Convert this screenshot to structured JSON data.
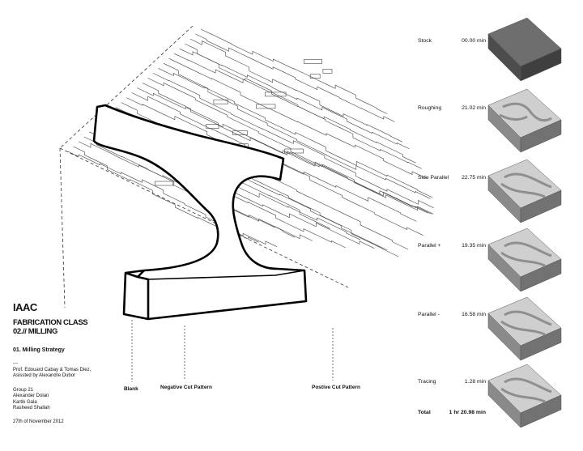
{
  "project": {
    "org": "IAAC",
    "course_line1": "FABRICATION CLASS",
    "course_line2": "02.// MILLING",
    "strategy_title": "01. Milling Strategy",
    "separator": "---",
    "professors": "Prof. Edouard Cabay & Tomas Diez,",
    "assistant": "Asissted by Alexandre Dubor",
    "group": "Group 21",
    "members": [
      "Alexander Dolan",
      "Kartik Gala",
      "Rasheed Shallah"
    ],
    "date": "27th of November 2012"
  },
  "labels": {
    "blank": "Blank",
    "negative": "Negative Cut Pattern",
    "positive": "Postive Cut Pattern"
  },
  "stages": [
    {
      "name": "Stock",
      "time": "00.00 min",
      "render": "stock"
    },
    {
      "name": "Roughing",
      "time": "21.02 min",
      "render": "rough"
    },
    {
      "name": "Side Parallel",
      "time": "22.75 min",
      "render": "smooth"
    },
    {
      "name": "Parallel +",
      "time": "19.35 min",
      "render": "smooth"
    },
    {
      "name": "Parallel -",
      "time": "16.58 min",
      "render": "smooth"
    },
    {
      "name": "Tracing",
      "time": "1.28 min",
      "render": "smooth"
    }
  ],
  "total": {
    "name": "Total",
    "time": "1 hr  20.98 min"
  },
  "colors": {
    "stock": "#6e6e6e",
    "block": "#cfcfcf",
    "side": "#8a8a8a",
    "line": "#111111"
  }
}
